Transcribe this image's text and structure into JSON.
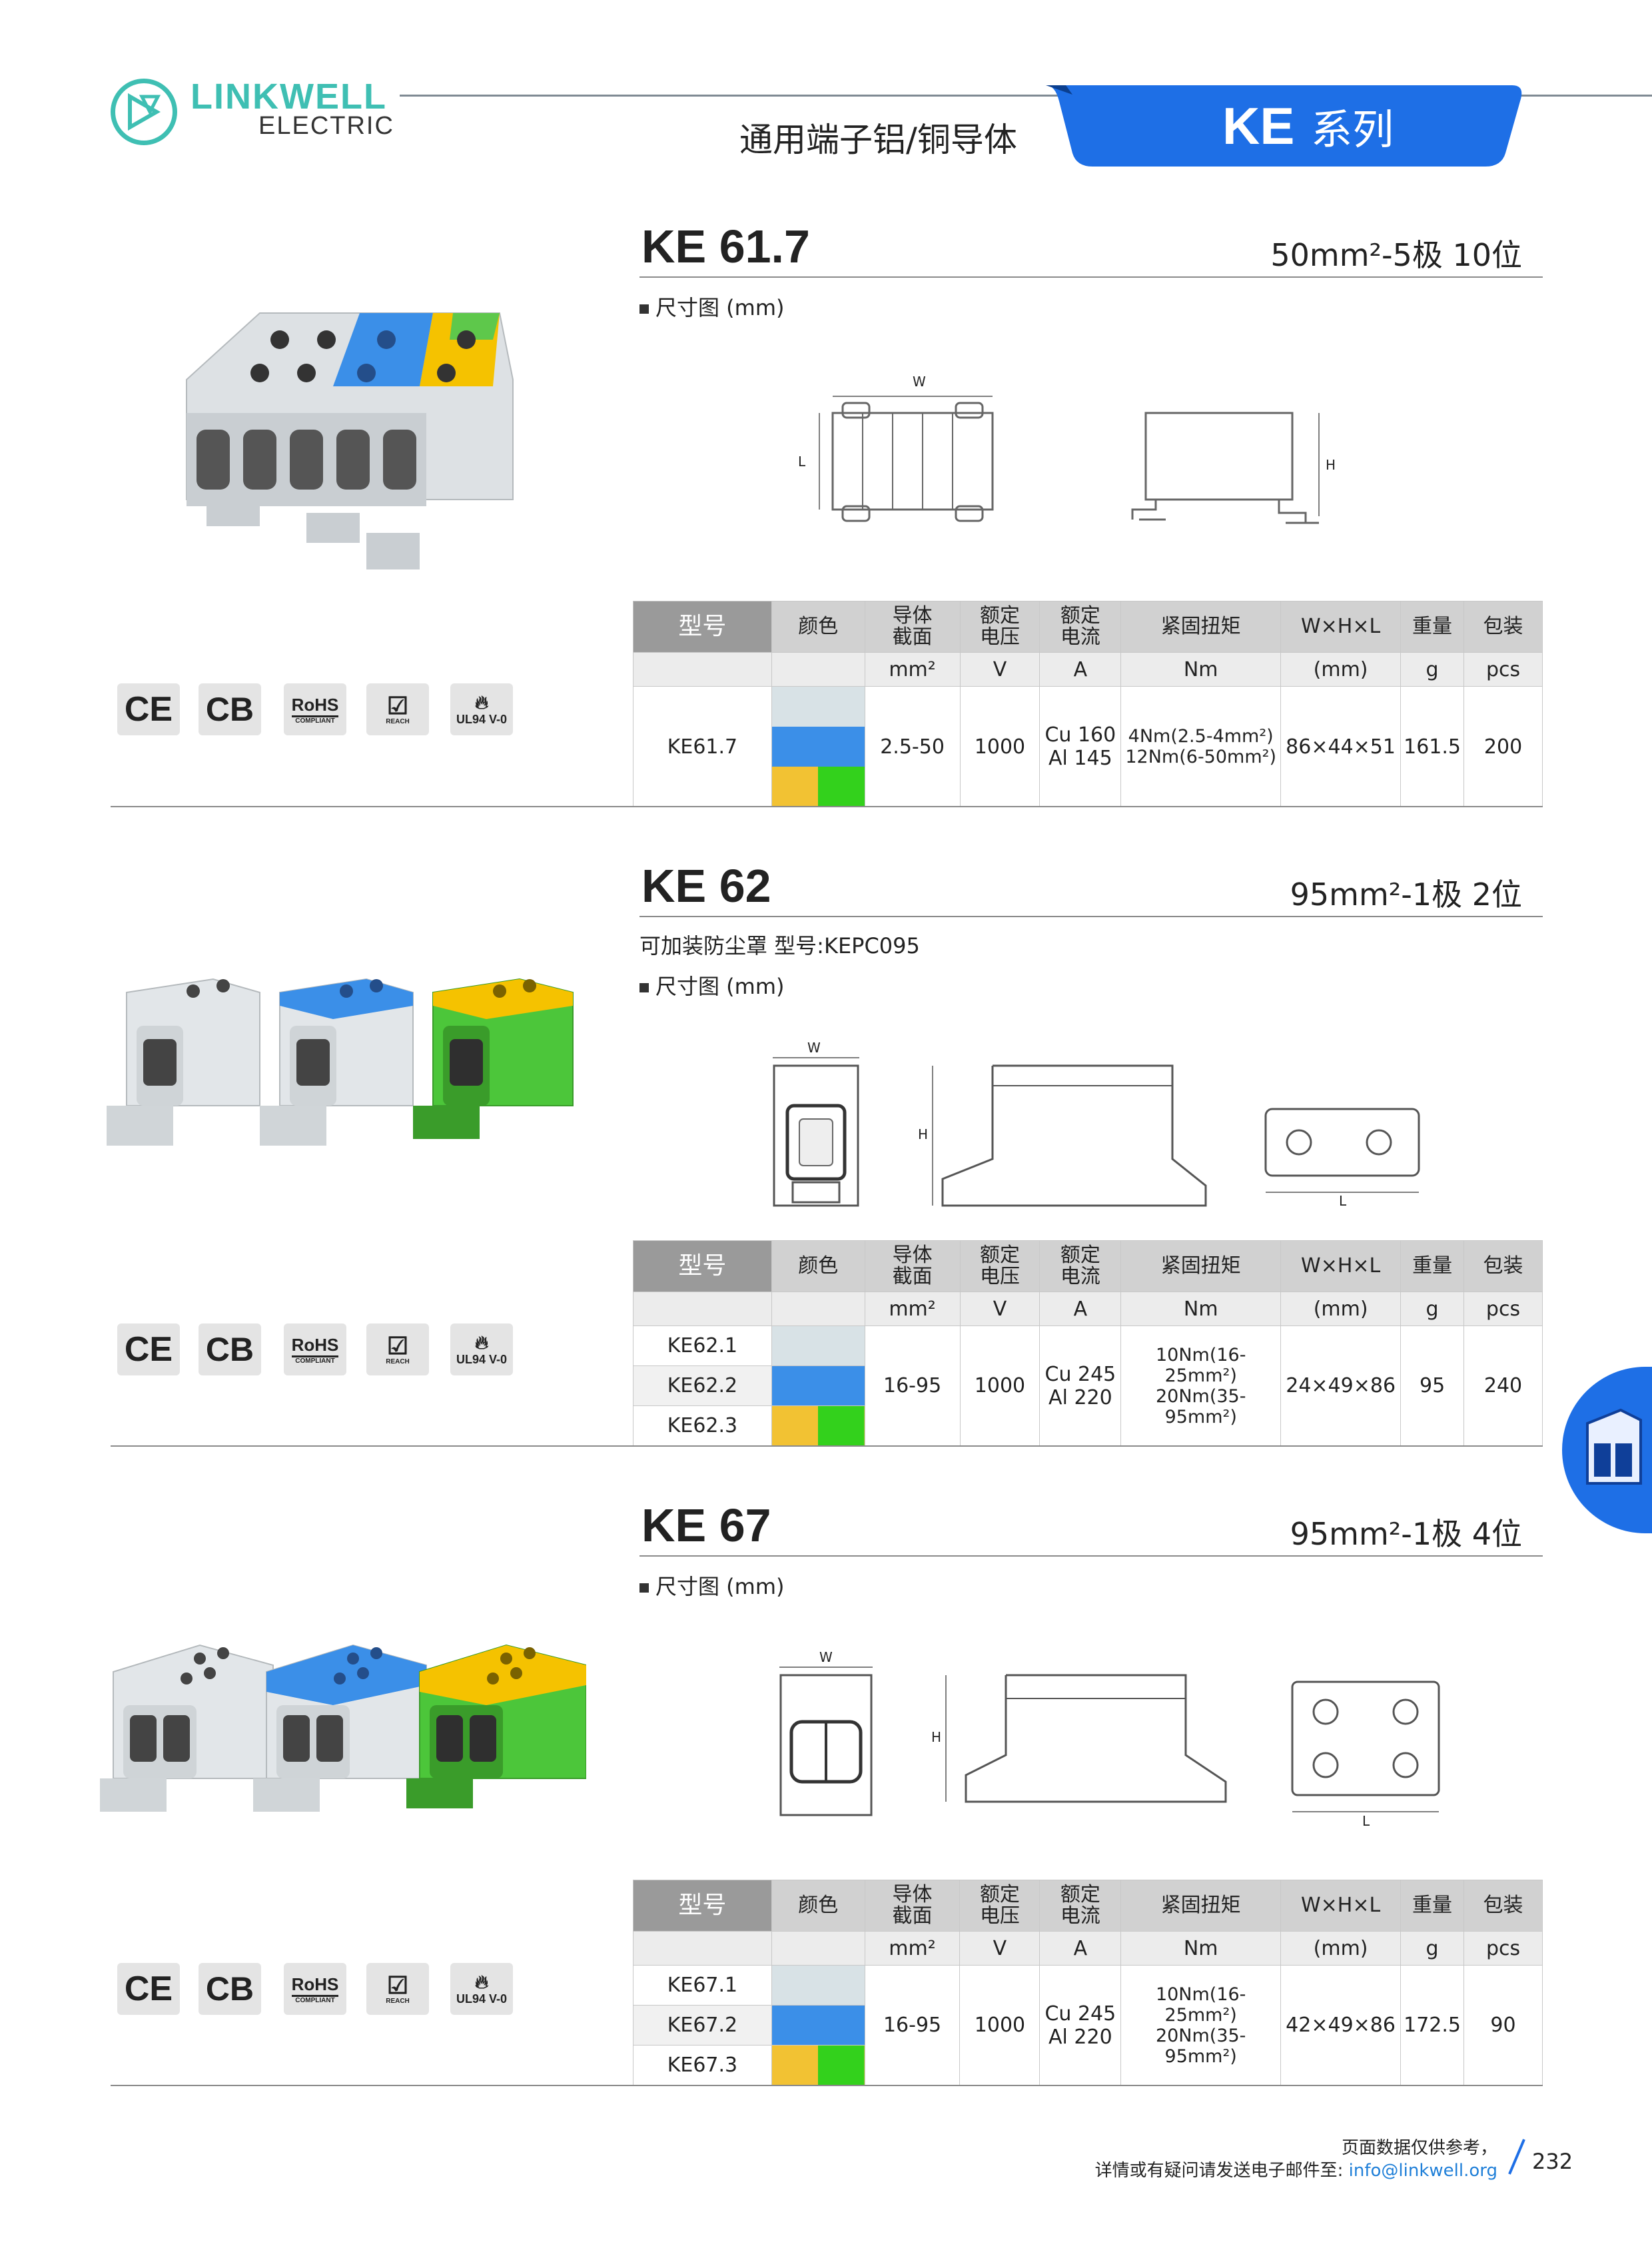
{
  "header": {
    "brand": "LINKWELL",
    "brand_sub": "ELECTRIC",
    "subtitle": "通用端子铝/铜导体",
    "series_code": "KE",
    "series_label": "系列",
    "accent_color": "#1e6fe6",
    "brand_color": "#3fbfb3"
  },
  "common": {
    "dim_label": "尺寸图 (mm)",
    "dim_w": "W",
    "dim_h": "H",
    "dim_l": "L",
    "table_header": {
      "model": "型号",
      "color": "颜色",
      "section_l1": "导体",
      "section_l2": "截面",
      "voltage_l1": "额定",
      "voltage_l2": "电压",
      "current_l1": "额定",
      "current_l2": "电流",
      "torque": "紧固扭矩",
      "dims": "W×H×L",
      "weight": "重量",
      "pack": "包装"
    },
    "table_units": {
      "section": "mm²",
      "voltage": "V",
      "current": "A",
      "torque": "Nm",
      "dims": "(mm)",
      "weight": "g",
      "pack": "pcs"
    },
    "certs": [
      "CE",
      "CB",
      "RoHS",
      "REACH",
      "UL94 V-0"
    ],
    "cert_rohs_sub": "COMPLIANT"
  },
  "products": [
    {
      "title": "KE 61.7",
      "spec": "50mm²-5极 10位",
      "note": "",
      "models": [
        "KE61.7"
      ],
      "section": "2.5-50",
      "voltage": "1000",
      "current_cu": "Cu 160",
      "current_al": "Al 145",
      "torque_1": "4Nm(2.5-4mm²)",
      "torque_2": "12Nm(6-50mm²)",
      "dims": "86×44×51",
      "weight": "161.5",
      "pack": "200"
    },
    {
      "title": "KE 62",
      "spec": "95mm²-1极 2位",
      "note": "可加装防尘罩  型号:KEPC095",
      "models": [
        "KE62.1",
        "KE62.2",
        "KE62.3"
      ],
      "section": "16-95",
      "voltage": "1000",
      "current_cu": "Cu 245",
      "current_al": "Al 220",
      "torque_1": "10Nm(16-25mm²)",
      "torque_2": "20Nm(35-95mm²)",
      "dims": "24×49×86",
      "weight": "95",
      "pack": "240"
    },
    {
      "title": "KE 67",
      "spec": "95mm²-1极 4位",
      "note": "",
      "models": [
        "KE67.1",
        "KE67.2",
        "KE67.3"
      ],
      "section": "16-95",
      "voltage": "1000",
      "current_cu": "Cu 245",
      "current_al": "Al 220",
      "torque_1": "10Nm(16-25mm²)",
      "torque_2": "20Nm(35-95mm²)",
      "dims": "42×49×86",
      "weight": "172.5",
      "pack": "90"
    }
  ],
  "footer": {
    "line1": "页面数据仅供参考，",
    "line2": "详情或有疑问请发送电子邮件至:",
    "email": "info@linkwell.org",
    "page": "232"
  }
}
